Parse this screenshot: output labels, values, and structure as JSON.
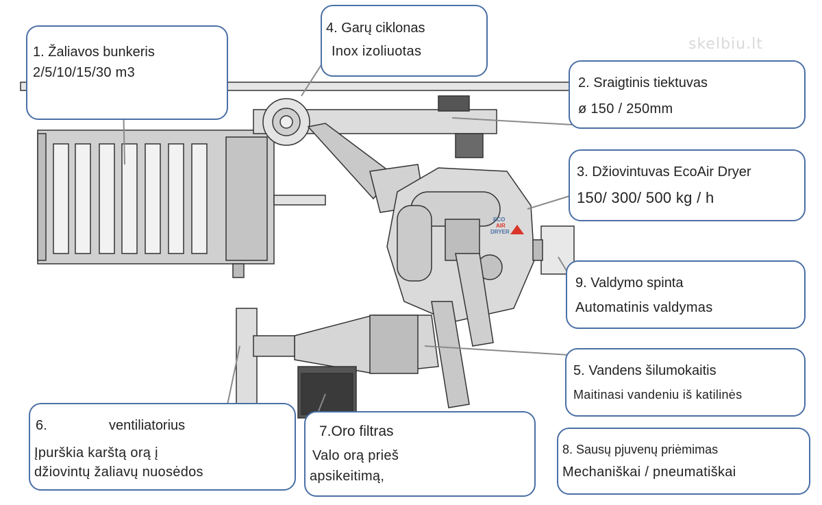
{
  "watermark": "skelbiu.lt",
  "callouts": {
    "c1": {
      "title": "1. Žaliavos bunkeris",
      "sub": "2/5/10/15/30 m3"
    },
    "c2": {
      "title": "2. Sraigtinis tiektuvas",
      "sub": "ø 150 / 250mm"
    },
    "c3": {
      "title": "3. Džiovintuvas EcoAir Dryer",
      "sub": "150/ 300/ 500 kg / h"
    },
    "c4": {
      "title": "4. Garų ciklonas",
      "sub": "Inox izoliuotas"
    },
    "c5": {
      "title": "5. Vandens šilumokaitis",
      "sub": "Maitinasi vandeniu iš katilinės"
    },
    "c6": {
      "num": "6.",
      "title": "ventiliatorius",
      "sub1": "Įpurškia karštą orą į",
      "sub2": "džiovintų žaliavų nuosėdos"
    },
    "c7": {
      "title": "7.Oro filtras",
      "sub1": "Valo orą prieš",
      "sub2": "apsikeitimą,"
    },
    "c8": {
      "title": "8. Sausų pjuvenų priėmimas",
      "sub": "Mechaniškai / pneumatiškai"
    },
    "c9": {
      "title": "9. Valdymo spinta",
      "sub": "Automatinis valdymas"
    }
  },
  "logo_text": [
    "ECO",
    "AIR",
    "DRYER"
  ],
  "colors": {
    "border": "#4a6fa5",
    "line": "#8a8a8a",
    "metal": "#d7d7d7",
    "logo_red": "#d9352b"
  }
}
